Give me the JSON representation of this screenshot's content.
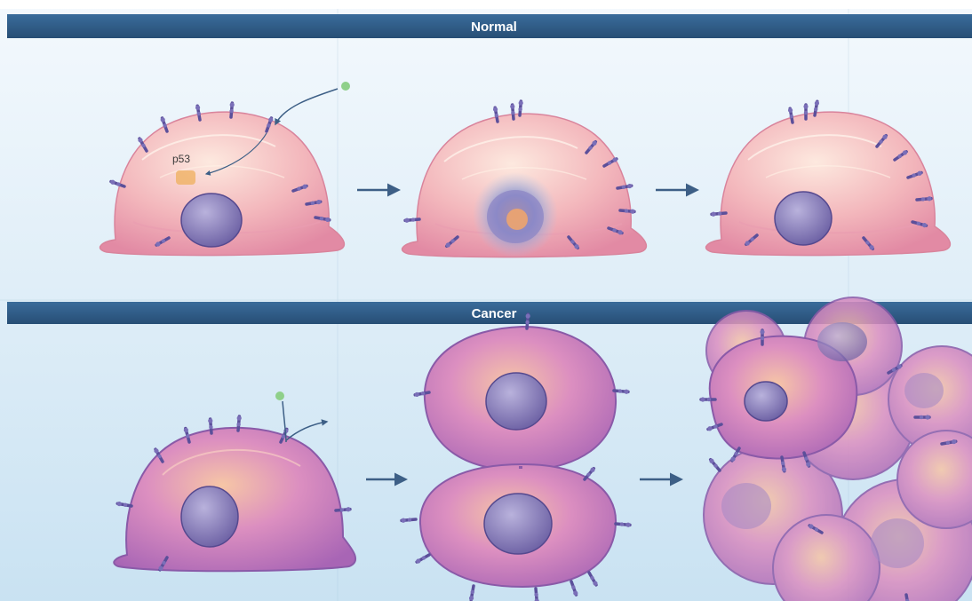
{
  "panels": [
    {
      "id": "normal",
      "title": "Normal",
      "label": "p53"
    },
    {
      "id": "cancer",
      "title": "Cancer"
    }
  ],
  "colors": {
    "banner": "#2f5d89",
    "background_top": "#f4f9fd",
    "background_bottom": "#c9e2f2",
    "normal_cell": "#f3b7bc",
    "cancer_cell": "#cc82c6",
    "nucleus": "#8a7fb8",
    "receptor": "#5b4f9a",
    "ligand": "#8fd08a",
    "arrow": "#3d5f86"
  },
  "icons": {
    "normal_cells": "normal-cell-icon",
    "cancer_cells": "cancer-cell-icon",
    "arrows": "arrow-right-icon"
  }
}
